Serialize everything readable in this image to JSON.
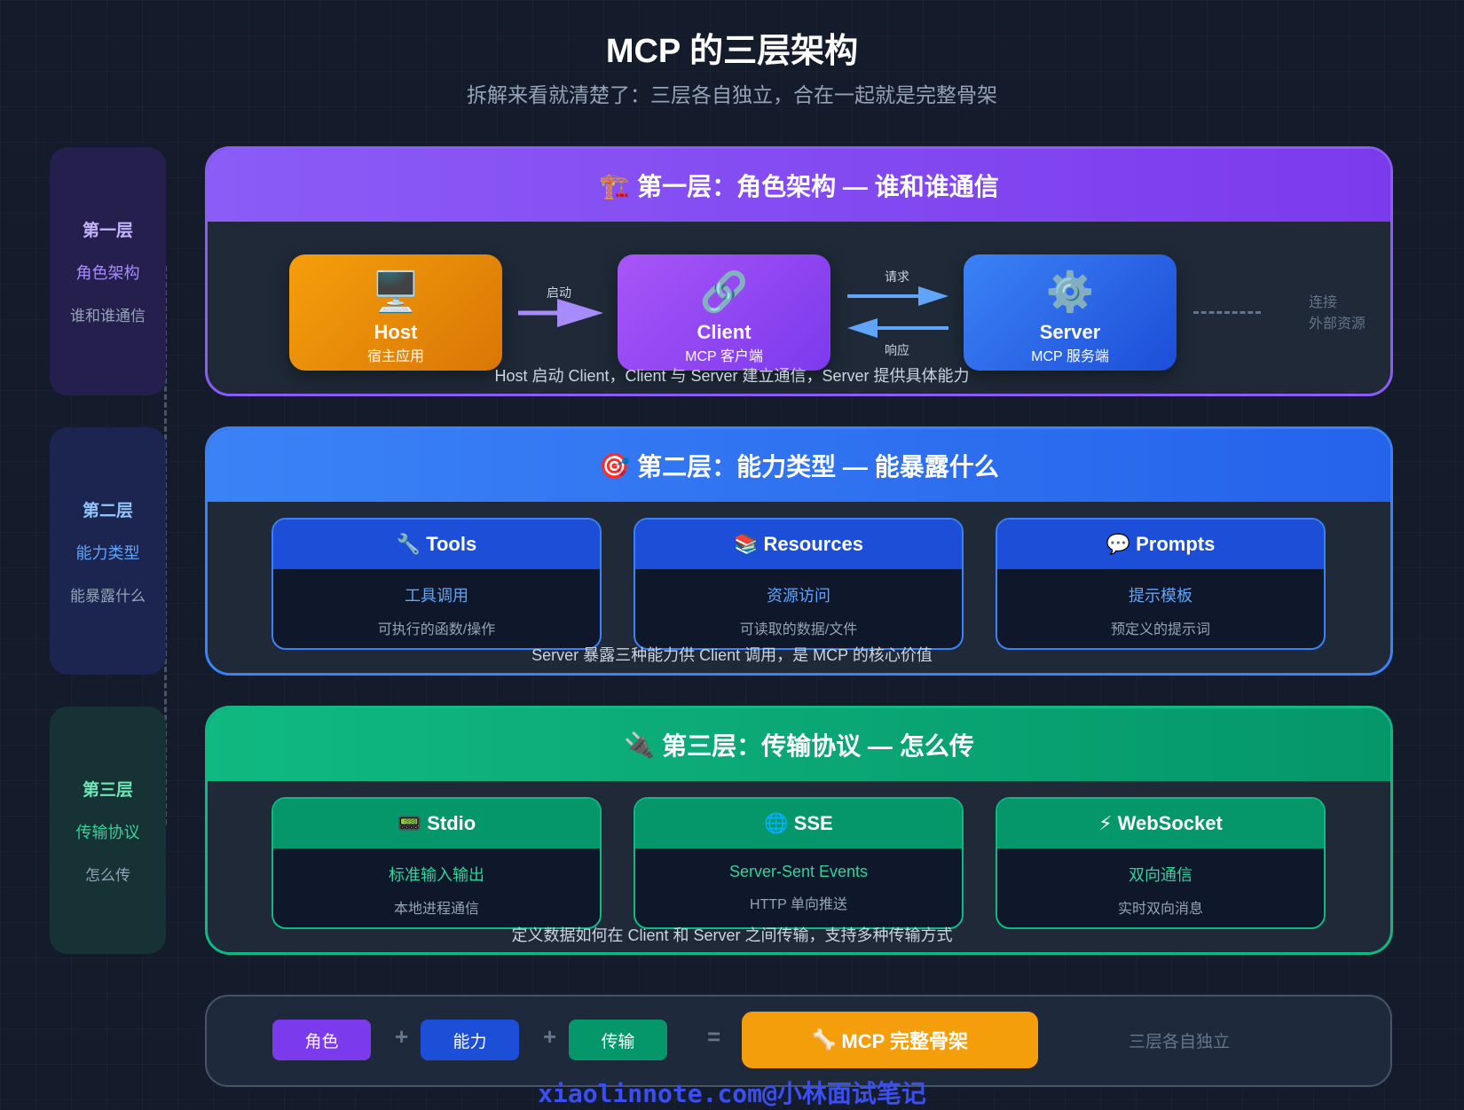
{
  "title": "MCP 的三层架构",
  "subtitle": "拆解来看就清楚了：三层各自独立，合在一起就是完整骨架",
  "side": [
    {
      "title": "第一层",
      "name": "角色架构",
      "desc": "谁和谁通信"
    },
    {
      "title": "第二层",
      "name": "能力类型",
      "desc": "能暴露什么"
    },
    {
      "title": "第三层",
      "name": "传输协议",
      "desc": "怎么传"
    }
  ],
  "layer1": {
    "icon": "🏗️",
    "title": "第一层：角色架构 — 谁和谁通信",
    "host": {
      "icon": "🖥️",
      "name": "Host",
      "sub": "宿主应用"
    },
    "client": {
      "icon": "🔗",
      "name": "Client",
      "sub": "MCP 客户端"
    },
    "server": {
      "icon": "⚙️",
      "name": "Server",
      "sub": "MCP 服务端"
    },
    "arrow_start": "启动",
    "arrow_request": "请求",
    "arrow_response": "响应",
    "external": [
      "连接",
      "外部资源"
    ],
    "caption": "Host 启动 Client，Client 与 Server 建立通信，Server 提供具体能力"
  },
  "layer2": {
    "icon": "🎯",
    "title": "第二层：能力类型 — 能暴露什么",
    "cards": [
      {
        "icon": "🔧",
        "name": "Tools",
        "main": "工具调用",
        "desc": "可执行的函数/操作"
      },
      {
        "icon": "📚",
        "name": "Resources",
        "main": "资源访问",
        "desc": "可读取的数据/文件"
      },
      {
        "icon": "💬",
        "name": "Prompts",
        "main": "提示模板",
        "desc": "预定义的提示词"
      }
    ],
    "caption": "Server 暴露三种能力供 Client 调用，是 MCP 的核心价值"
  },
  "layer3": {
    "icon": "🔌",
    "title": "第三层：传输协议 — 怎么传",
    "cards": [
      {
        "icon": "📟",
        "name": "Stdio",
        "main": "标准输入输出",
        "desc": "本地进程通信"
      },
      {
        "icon": "🌐",
        "name": "SSE",
        "main": "Server-Sent Events",
        "desc": "HTTP 单向推送"
      },
      {
        "icon": "⚡",
        "name": "WebSocket",
        "main": "双向通信",
        "desc": "实时双向消息"
      }
    ],
    "caption": "定义数据如何在 Client 和 Server 之间传输，支持多种传输方式"
  },
  "formula": {
    "role": "角色",
    "plus1": "+",
    "capability": "能力",
    "plus2": "+",
    "transport": "传输",
    "equals": "=",
    "result_icon": "🦴",
    "result": "MCP 完整骨架",
    "note": "三层各自独立"
  },
  "watermark": "xiaolinnote.com@小林面试笔记",
  "colors": {
    "purple": "#8b5cf6",
    "blue": "#3b82f6",
    "green": "#10b981",
    "orange": "#f59e0b"
  }
}
